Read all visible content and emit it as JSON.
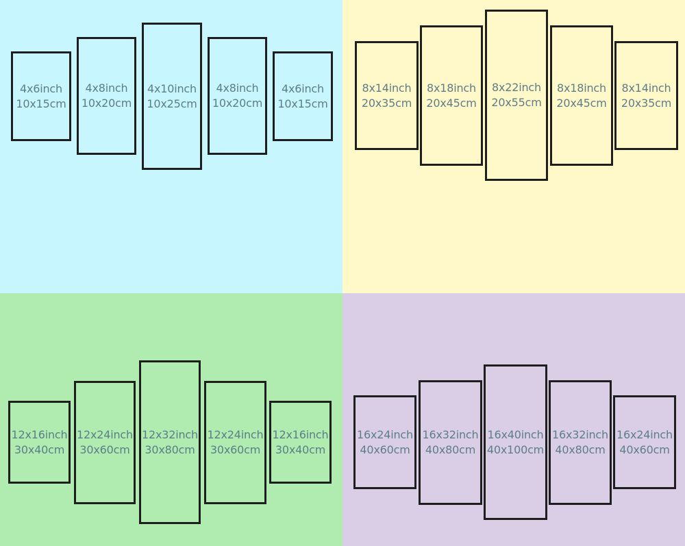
{
  "colors": {
    "top_left_bg": "#c7f6fe",
    "top_right_bg": "#fff8c9",
    "bottom_left_bg": "#b0ebb0",
    "bottom_right_bg": "#d9cee6",
    "frame_border": "#1e1e1e",
    "label_text": "#5e7d88"
  },
  "sets": [
    {
      "panels": [
        {
          "inch": "4x6inch",
          "cm": "10x15cm"
        },
        {
          "inch": "4x8inch",
          "cm": "10x20cm"
        },
        {
          "inch": "4x10inch",
          "cm": "10x25cm"
        },
        {
          "inch": "4x8inch",
          "cm": "10x20cm"
        },
        {
          "inch": "4x6inch",
          "cm": "10x15cm"
        }
      ]
    },
    {
      "panels": [
        {
          "inch": "8x14inch",
          "cm": "20x35cm"
        },
        {
          "inch": "8x18inch",
          "cm": "20x45cm"
        },
        {
          "inch": "8x22inch",
          "cm": "20x55cm"
        },
        {
          "inch": "8x18inch",
          "cm": "20x45cm"
        },
        {
          "inch": "8x14inch",
          "cm": "20x35cm"
        }
      ]
    },
    {
      "panels": [
        {
          "inch": "12x16inch",
          "cm": "30x40cm"
        },
        {
          "inch": "12x24inch",
          "cm": "30x60cm"
        },
        {
          "inch": "12x32inch",
          "cm": "30x80cm"
        },
        {
          "inch": "12x24inch",
          "cm": "30x60cm"
        },
        {
          "inch": "12x16inch",
          "cm": "30x40cm"
        }
      ]
    },
    {
      "panels": [
        {
          "inch": "16x24inch",
          "cm": "40x60cm"
        },
        {
          "inch": "16x32inch",
          "cm": "40x80cm"
        },
        {
          "inch": "16x40inch",
          "cm": "40x100cm"
        },
        {
          "inch": "16x32inch",
          "cm": "40x80cm"
        },
        {
          "inch": "16x24inch",
          "cm": "40x60cm"
        }
      ]
    }
  ]
}
